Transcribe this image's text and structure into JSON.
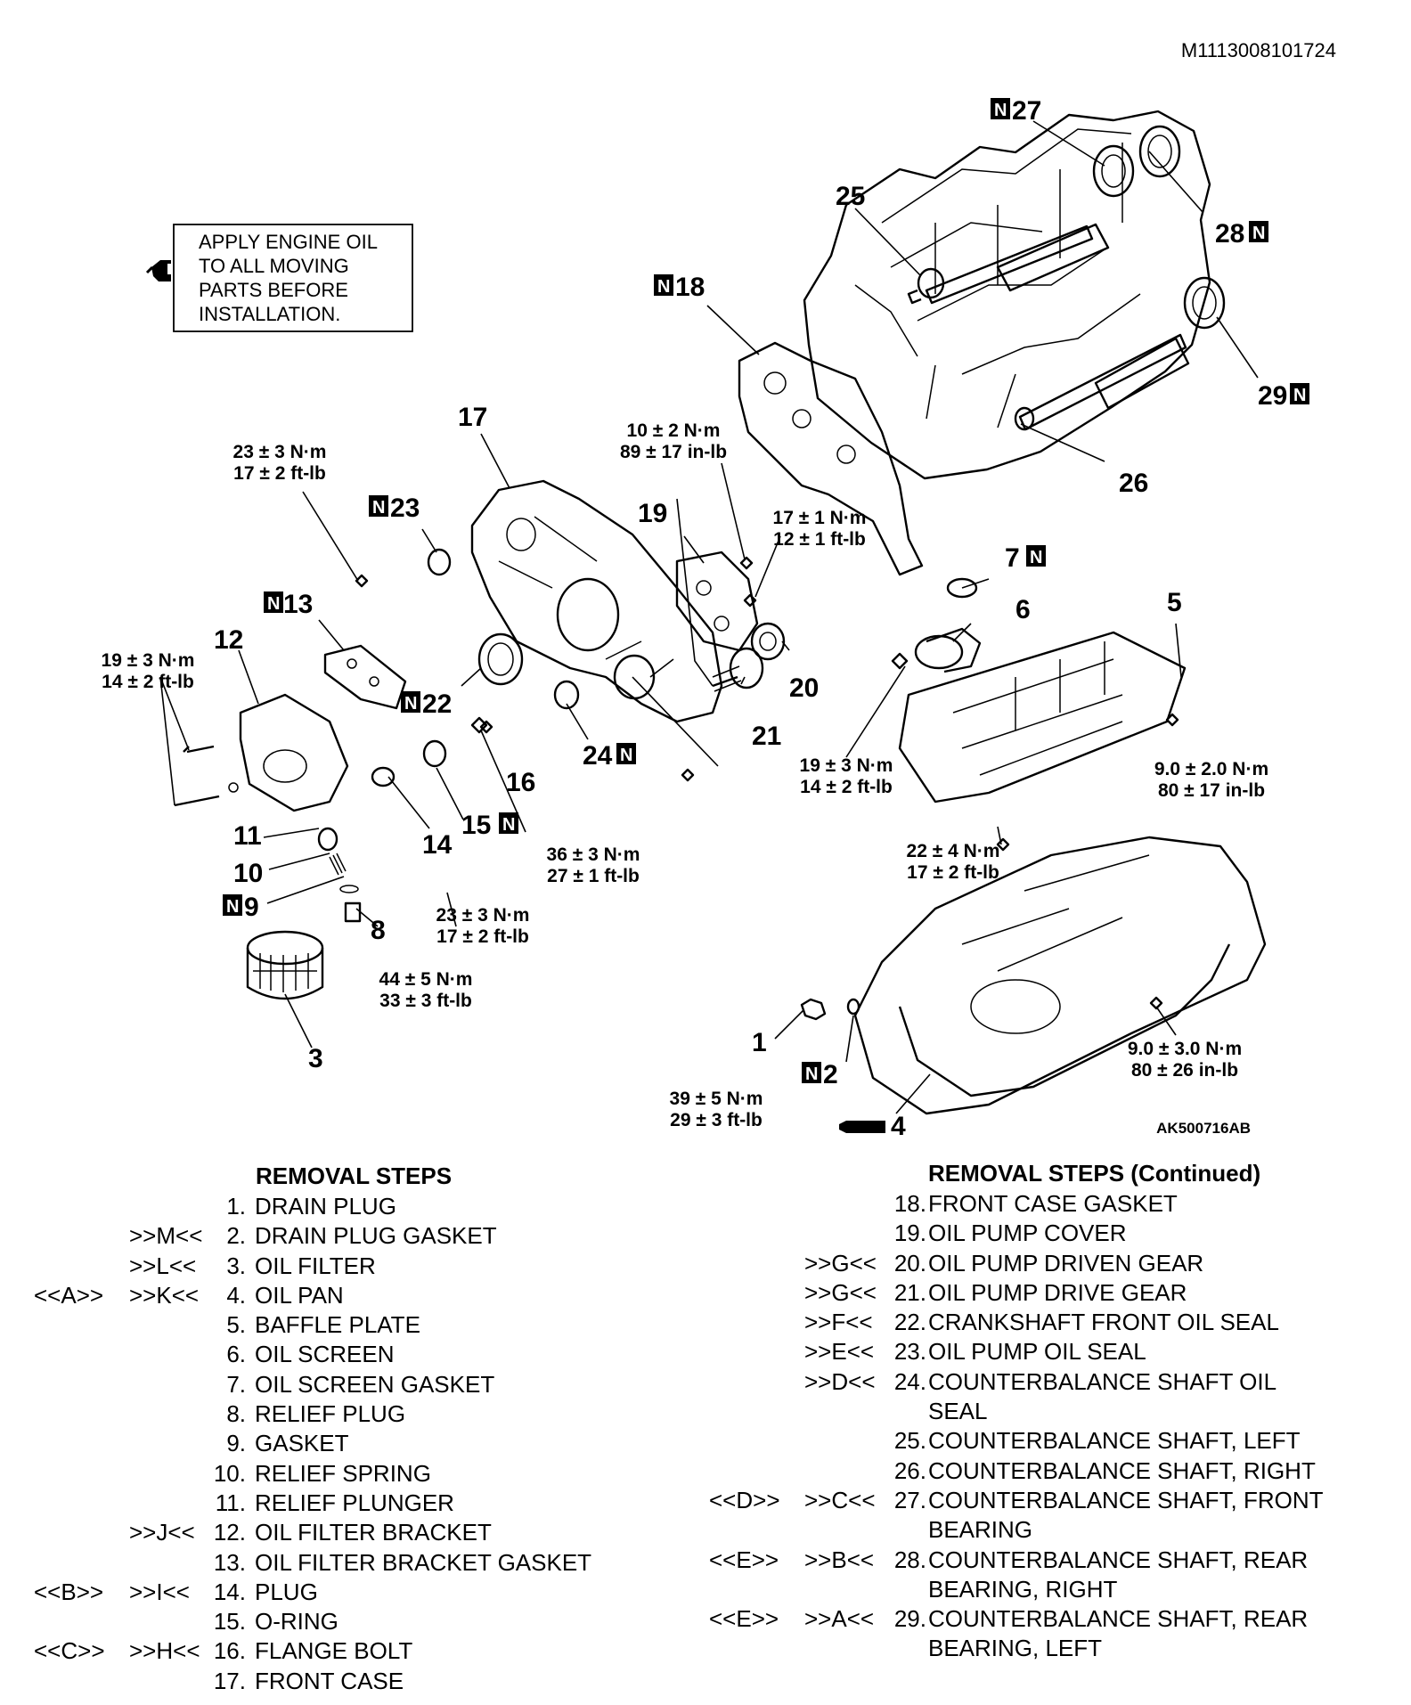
{
  "doc_id": "M1113008101724",
  "figure_code": "AK500716AB",
  "note": [
    "APPLY ENGINE OIL",
    "TO ALL MOVING",
    "PARTS BEFORE",
    "INSTALLATION."
  ],
  "part_labels": [
    "1",
    "2",
    "3",
    "4",
    "5",
    "6",
    "7",
    "8",
    "9",
    "10",
    "11",
    "12",
    "13",
    "14",
    "15",
    "16",
    "17",
    "18",
    "19",
    "20",
    "21",
    "22",
    "23",
    "24",
    "25",
    "26",
    "27",
    "28",
    "29"
  ],
  "torque_specs": {
    "t1": [
      "39 ± 5 N·m",
      "29 ± 3 ft-lb"
    ],
    "t5": [
      "9.0 ± 2.0 N·m",
      "80 ± 17 in-lb"
    ],
    "t6": [
      "19 ± 3 N·m",
      "14 ± 2 ft-lb"
    ],
    "t8": [
      "44 ± 5 N·m",
      "33 ± 3 ft-lb"
    ],
    "t12": [
      "19 ± 3 N·m",
      "14 ± 2 ft-lb"
    ],
    "t14": [
      "23 ± 3 N·m",
      "17 ± 2 ft-lb"
    ],
    "t16": [
      "36 ± 3 N·m",
      "27 ± 1 ft-lb"
    ],
    "t17": [
      "23 ± 3 N·m",
      "17 ± 2 ft-lb"
    ],
    "t18": [
      "10 ± 2 N·m",
      "89 ± 17 in-lb"
    ],
    "t19": [
      "17 ± 1 N·m",
      "12 ± 1 ft-lb"
    ],
    "t4a": [
      "22 ± 4 N·m",
      "17 ± 2 ft-lb"
    ],
    "t4b": [
      "9.0 ± 3.0 N·m",
      "80 ± 26 in-lb"
    ]
  },
  "removal_steps": {
    "title": "REMOVAL STEPS",
    "title_continued": "REMOVAL STEPS (Continued)",
    "left": [
      {
        "c1": "",
        "c2": "",
        "n": "1.",
        "text": "DRAIN PLUG"
      },
      {
        "c1": "",
        "c2": ">>M<<",
        "n": "2.",
        "text": "DRAIN PLUG GASKET"
      },
      {
        "c1": "",
        "c2": ">>L<<",
        "n": "3.",
        "text": "OIL FILTER"
      },
      {
        "c1": "<<A>>",
        "c2": ">>K<<",
        "n": "4.",
        "text": "OIL PAN"
      },
      {
        "c1": "",
        "c2": "",
        "n": "5.",
        "text": "BAFFLE PLATE"
      },
      {
        "c1": "",
        "c2": "",
        "n": "6.",
        "text": "OIL SCREEN"
      },
      {
        "c1": "",
        "c2": "",
        "n": "7.",
        "text": "OIL SCREEN GASKET"
      },
      {
        "c1": "",
        "c2": "",
        "n": "8.",
        "text": "RELIEF PLUG"
      },
      {
        "c1": "",
        "c2": "",
        "n": "9.",
        "text": "GASKET"
      },
      {
        "c1": "",
        "c2": "",
        "n": "10.",
        "text": "RELIEF SPRING"
      },
      {
        "c1": "",
        "c2": "",
        "n": "11.",
        "text": "RELIEF PLUNGER"
      },
      {
        "c1": "",
        "c2": ">>J<<",
        "n": "12.",
        "text": "OIL FILTER BRACKET"
      },
      {
        "c1": "",
        "c2": "",
        "n": "13.",
        "text": "OIL FILTER BRACKET GASKET"
      },
      {
        "c1": "<<B>>",
        "c2": ">>I<<",
        "n": "14.",
        "text": "PLUG"
      },
      {
        "c1": "",
        "c2": "",
        "n": "15.",
        "text": "O-RING"
      },
      {
        "c1": "<<C>>",
        "c2": ">>H<<",
        "n": "16.",
        "text": "FLANGE BOLT"
      },
      {
        "c1": "",
        "c2": "",
        "n": "17.",
        "text": "FRONT CASE"
      }
    ],
    "right": [
      {
        "c1": "",
        "c2": "",
        "n": "18.",
        "text": "FRONT CASE GASKET"
      },
      {
        "c1": "",
        "c2": "",
        "n": "19.",
        "text": "OIL PUMP COVER"
      },
      {
        "c1": "",
        "c2": ">>G<<",
        "n": "20.",
        "text": "OIL PUMP DRIVEN GEAR"
      },
      {
        "c1": "",
        "c2": ">>G<<",
        "n": "21.",
        "text": "OIL PUMP DRIVE GEAR"
      },
      {
        "c1": "",
        "c2": ">>F<<",
        "n": "22.",
        "text": "CRANKSHAFT FRONT OIL SEAL"
      },
      {
        "c1": "",
        "c2": ">>E<<",
        "n": "23.",
        "text": "OIL PUMP OIL SEAL"
      },
      {
        "c1": "",
        "c2": ">>D<<",
        "n": "24.",
        "text": "COUNTERBALANCE SHAFT OIL"
      },
      {
        "c1": "",
        "c2": "",
        "n": "",
        "text": "SEAL"
      },
      {
        "c1": "",
        "c2": "",
        "n": "25.",
        "text": "COUNTERBALANCE SHAFT, LEFT"
      },
      {
        "c1": "",
        "c2": "",
        "n": "26.",
        "text": "COUNTERBALANCE SHAFT, RIGHT"
      },
      {
        "c1": "<<D>>",
        "c2": ">>C<<",
        "n": "27.",
        "text": "COUNTERBALANCE SHAFT, FRONT"
      },
      {
        "c1": "",
        "c2": "",
        "n": "",
        "text": "BEARING"
      },
      {
        "c1": "<<E>>",
        "c2": ">>B<<",
        "n": "28.",
        "text": "COUNTERBALANCE SHAFT, REAR"
      },
      {
        "c1": "",
        "c2": "",
        "n": "",
        "text": "BEARING, RIGHT"
      },
      {
        "c1": "<<E>>",
        "c2": ">>A<<",
        "n": "29.",
        "text": "COUNTERBALANCE SHAFT, REAR"
      },
      {
        "c1": "",
        "c2": "",
        "n": "",
        "text": "BEARING, LEFT"
      }
    ]
  }
}
